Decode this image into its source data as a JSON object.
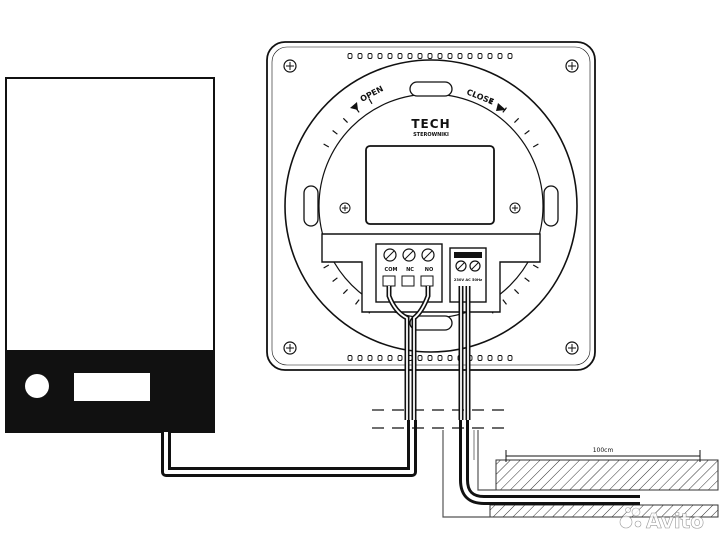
{
  "thermostat": {
    "brand": "TECH",
    "brand_sub": "STEROWNIKI",
    "open_label": "OPEN",
    "close_label": "CLOSE",
    "terminals": [
      "COM",
      "NC",
      "NO"
    ],
    "power_label": "230V AC 50Hz"
  },
  "dimension": {
    "label": "100cm"
  },
  "watermark": {
    "text": "Avito"
  }
}
